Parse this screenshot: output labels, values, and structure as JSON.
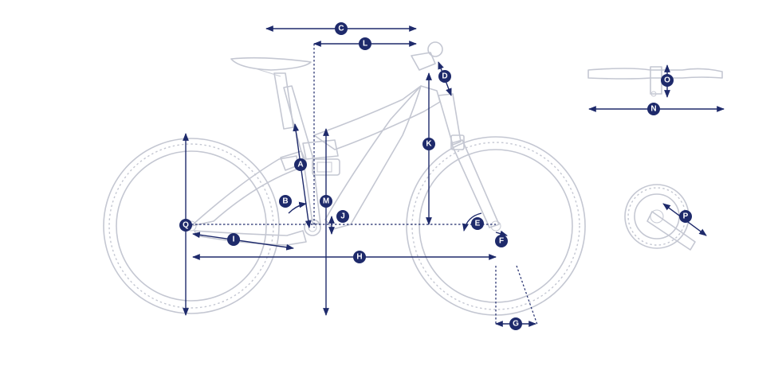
{
  "diagram": {
    "labels": {
      "A": "A",
      "B": "B",
      "C": "C",
      "D": "D",
      "E": "E",
      "F": "F",
      "G": "G",
      "H": "H",
      "I": "I",
      "J": "J",
      "K": "K",
      "L": "L",
      "M": "M",
      "N": "N",
      "O": "O",
      "P": "P",
      "Q": "Q"
    },
    "colors": {
      "dimension": "#1e2a6b",
      "outline": "#c4c7d2"
    }
  }
}
